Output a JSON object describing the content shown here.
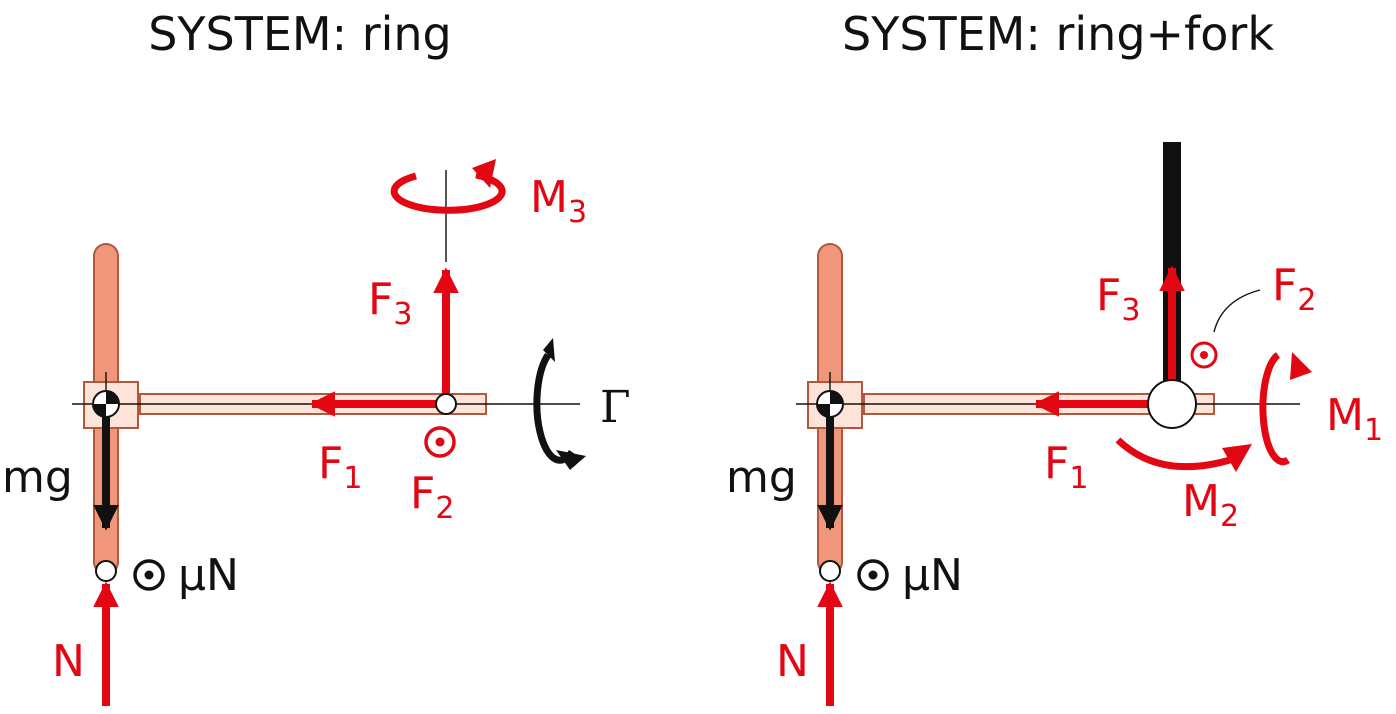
{
  "colors": {
    "red": "#e30613",
    "black": "#111111",
    "wheel": "#f0967a",
    "wheel_edge": "#b2583f",
    "axle": "#fde3d8",
    "axle_edge": "#b2583f"
  },
  "panels": [
    {
      "title": "SYSTEM: ring",
      "labels": {
        "mg": "mg",
        "mu_n": "μN",
        "n": "N",
        "f1_base": "F",
        "f1_sub": "1",
        "f2_base": "F",
        "f2_sub": "2",
        "f3_base": "F",
        "f3_sub": "3",
        "m3_base": "M",
        "m3_sub": "3",
        "gamma": "Γ"
      }
    },
    {
      "title": "SYSTEM: ring+fork",
      "labels": {
        "mg": "mg",
        "mu_n": "μN",
        "n": "N",
        "f1_base": "F",
        "f1_sub": "1",
        "f2_base": "F",
        "f2_sub": "2",
        "f3_base": "F",
        "f3_sub": "3",
        "m1_base": "M",
        "m1_sub": "1",
        "m2_base": "M",
        "m2_sub": "2"
      }
    }
  ]
}
